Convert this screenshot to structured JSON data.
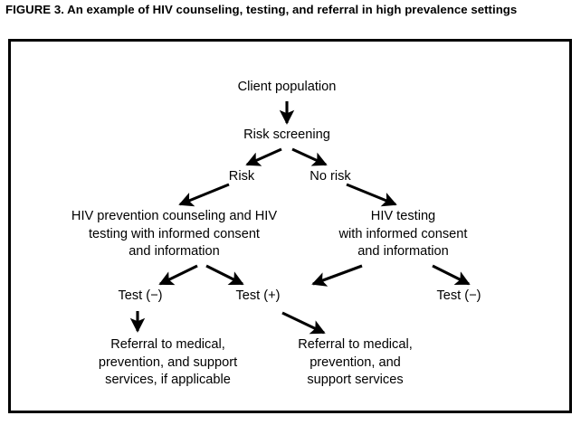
{
  "figure": {
    "caption": "FIGURE 3. An example of HIV counseling, testing, and referral in high prevalence settings",
    "border_color": "#000000",
    "text_color": "#000000",
    "background_color": "#ffffff"
  },
  "flowchart": {
    "type": "flowchart",
    "orientation": "top-to-bottom",
    "nodes": {
      "client_population": "Client population",
      "risk_screening": "Risk screening",
      "risk": "Risk",
      "no_risk": "No risk",
      "hiv_prevention": "HIV prevention counseling and HIV\ntesting with informed consent\nand information",
      "hiv_testing": "HIV testing\nwith informed consent\nand information",
      "test_negative_left": "Test (−)",
      "test_positive": "Test (+)",
      "test_negative_right": "Test (−)",
      "referral_left": "Referral to medical,\nprevention, and support\nservices, if applicable",
      "referral_right": "Referral to medical,\nprevention, and\nsupport services"
    },
    "edges": [
      {
        "from": "client_population",
        "to": "risk_screening",
        "style": "straight-down"
      },
      {
        "from": "risk_screening",
        "to": "risk",
        "style": "diagonal-left"
      },
      {
        "from": "risk_screening",
        "to": "no_risk",
        "style": "diagonal-right"
      },
      {
        "from": "risk",
        "to": "hiv_prevention",
        "style": "diagonal-left"
      },
      {
        "from": "no_risk",
        "to": "hiv_testing",
        "style": "diagonal-right"
      },
      {
        "from": "hiv_prevention",
        "to": "test_negative_left",
        "style": "diagonal-left"
      },
      {
        "from": "hiv_prevention",
        "to": "test_positive",
        "style": "diagonal-right"
      },
      {
        "from": "hiv_testing",
        "to": "test_positive",
        "style": "diagonal-left"
      },
      {
        "from": "hiv_testing",
        "to": "test_negative_right",
        "style": "diagonal-right"
      },
      {
        "from": "test_negative_left",
        "to": "referral_left",
        "style": "straight-down"
      },
      {
        "from": "test_positive",
        "to": "referral_right",
        "style": "diagonal-right"
      }
    ]
  }
}
